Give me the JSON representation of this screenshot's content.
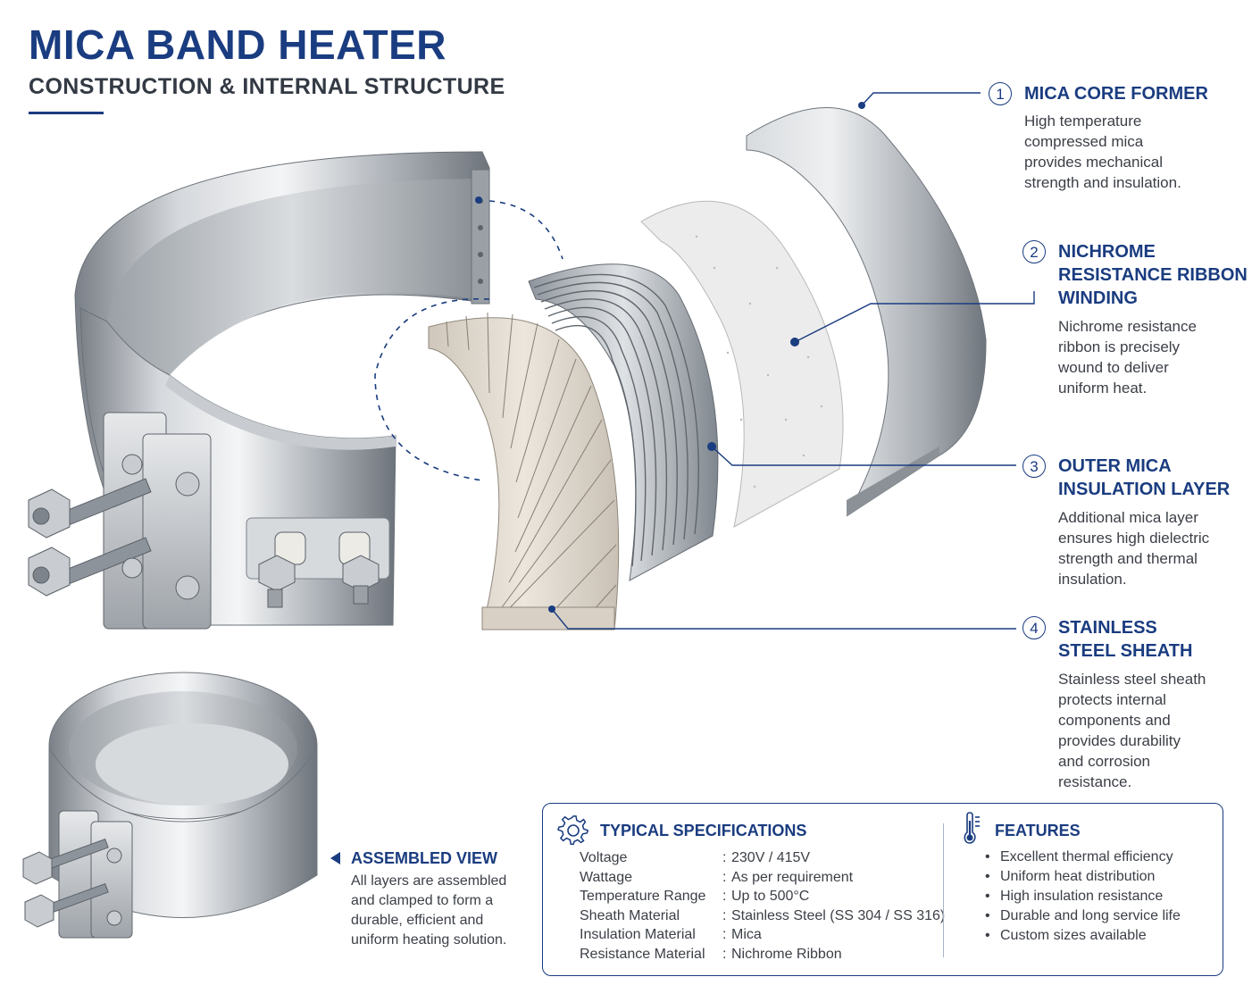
{
  "header": {
    "title": "MICA BAND HEATER",
    "subtitle": "CONSTRUCTION & INTERNAL STRUCTURE"
  },
  "callouts": [
    {
      "number": "1",
      "heading": "MICA CORE FORMER",
      "body": "High temperature\ncompressed mica\nprovides mechanical\nstrength and insulation."
    },
    {
      "number": "2",
      "heading": "NICHROME\nRESISTANCE RIBBON\nWINDING",
      "body": "Nichrome resistance\nribbon is precisely\nwound to deliver\nuniform heat."
    },
    {
      "number": "3",
      "heading": "OUTER MICA\nINSULATION LAYER",
      "body": "Additional mica layer\nensures high dielectric\nstrength and thermal\ninsulation."
    },
    {
      "number": "4",
      "heading": "STAINLESS\nSTEEL SHEATH",
      "body": "Stainless steel sheath\nprotects internal\ncomponents and\nprovides durability\nand corrosion\nresistance."
    }
  ],
  "assembled": {
    "heading": "ASSEMBLED VIEW",
    "body": "All layers are assembled\nand clamped to form a\ndurable, efficient and\nuniform heating solution."
  },
  "specs": {
    "heading": "TYPICAL SPECIFICATIONS",
    "icon": "gear-icon",
    "rows": [
      {
        "label": "Voltage",
        "value": "230V / 415V"
      },
      {
        "label": "Wattage",
        "value": "As per requirement"
      },
      {
        "label": "Temperature Range",
        "value": "Up to 500°C"
      },
      {
        "label": "Sheath Material",
        "value": "Stainless Steel (SS 304 / SS 316)"
      },
      {
        "label": "Insulation Material",
        "value": "Mica"
      },
      {
        "label": "Resistance Material",
        "value": "Nichrome Ribbon"
      }
    ]
  },
  "features": {
    "heading": "FEATURES",
    "icon": "thermometer-icon",
    "items": [
      "Excellent thermal efficiency",
      "Uniform heat distribution",
      "High insulation resistance",
      "Durable and long service life",
      "Custom sizes available"
    ]
  },
  "colors": {
    "accent": "#1a3c80",
    "text": "#3b3f46",
    "steel": "#b7bcc2",
    "ceramic": "#e4ddd2",
    "mica": "#eeeeee"
  }
}
